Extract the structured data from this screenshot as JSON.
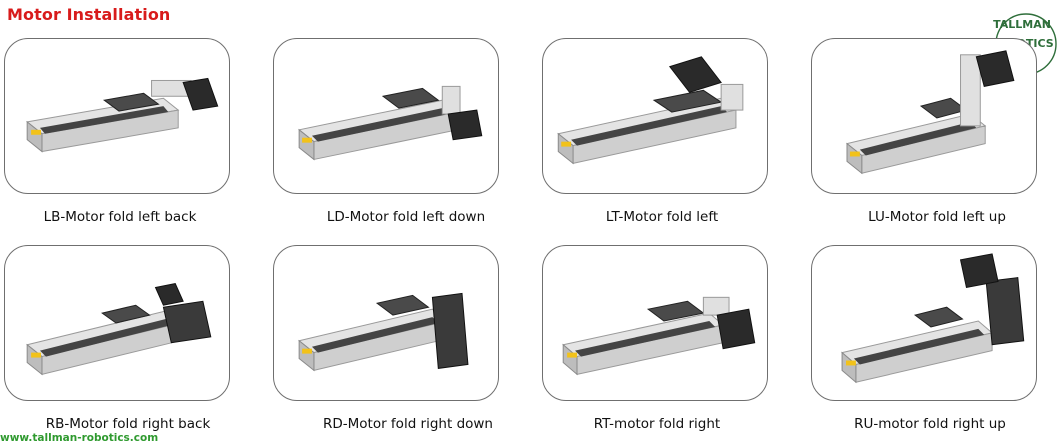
{
  "header": {
    "title": "Motor Installation"
  },
  "brand": {
    "logo_line1": "TALLMAN",
    "logo_line2": "ROBOTICS",
    "logo_color": "#2e6e3a",
    "website": "www.tallman-robotics.com"
  },
  "variants": [
    {
      "label": "LB-Motor fold left back",
      "motor": "left-back-icon"
    },
    {
      "label": "LD-Motor fold left down",
      "motor": "left-down-icon"
    },
    {
      "label": "LT-Motor fold left",
      "motor": "left-top-icon"
    },
    {
      "label": "LU-Motor fold left up",
      "motor": "left-up-icon"
    },
    {
      "label": "RB-Motor fold right back",
      "motor": "right-back-icon"
    },
    {
      "label": "RD-Motor fold right down",
      "motor": "right-down-icon"
    },
    {
      "label": "RT-motor fold  right",
      "motor": "right-top-icon"
    },
    {
      "label": "RU-motor fold right up",
      "motor": "right-up-icon"
    }
  ],
  "colors": {
    "title": "#d81b1b",
    "website": "#2f9a2f",
    "card_border": "#6f6f6f"
  }
}
